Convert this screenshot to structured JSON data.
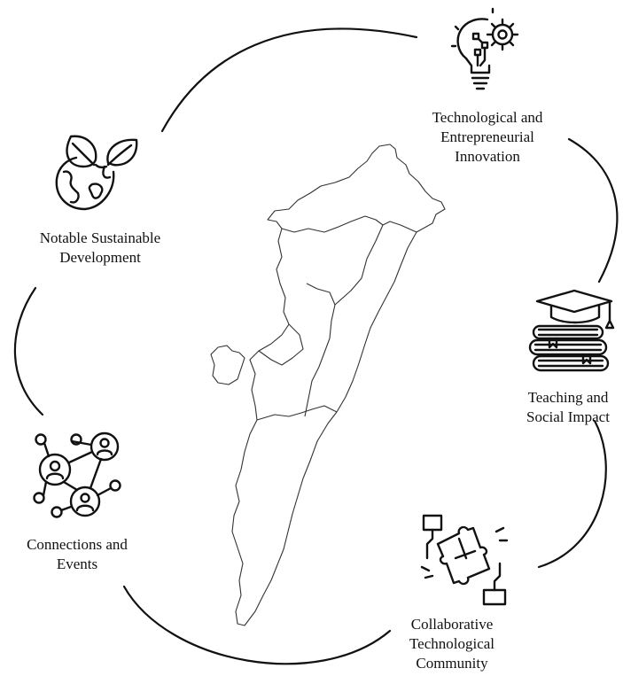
{
  "nodes": [
    {
      "id": "technological-innovation",
      "icon": "lightbulb-gear-icon",
      "lines": [
        "Technological and",
        "Entrepreneurial",
        "Innovation"
      ]
    },
    {
      "id": "teaching-social-impact",
      "icon": "books-graduation-cap-icon",
      "lines": [
        "Teaching and",
        "Social Impact"
      ]
    },
    {
      "id": "collaborative-community",
      "icon": "puzzle-hands-icon",
      "lines": [
        "Collaborative",
        "Technological",
        "Community"
      ]
    },
    {
      "id": "connections-events",
      "icon": "network-people-icon",
      "lines": [
        "Connections and",
        "Events"
      ]
    },
    {
      "id": "sustainable-development",
      "icon": "globe-leaves-icon",
      "lines": [
        "Notable Sustainable",
        "Development"
      ]
    }
  ],
  "map": {
    "icon": "island-map-icon"
  },
  "colors": {
    "stroke": "#111111",
    "background": "#ffffff"
  }
}
